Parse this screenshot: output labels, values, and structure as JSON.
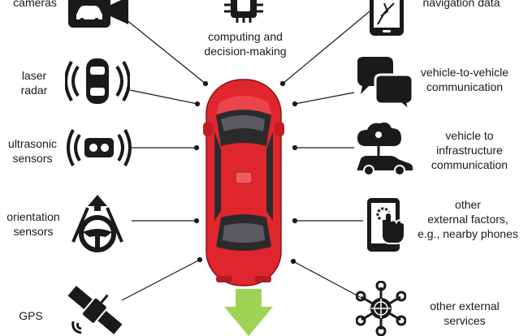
{
  "left_labels": [
    {
      "id": "cameras",
      "lines": [
        "cameras"
      ],
      "icon": "camera-car-icon"
    },
    {
      "id": "laser-radar",
      "lines": [
        "laser",
        "radar"
      ],
      "icon": "lidar-icon"
    },
    {
      "id": "ultrasonic",
      "lines": [
        "ultrasonic",
        "sensors"
      ],
      "icon": "ultrasonic-icon"
    },
    {
      "id": "orientation",
      "lines": [
        "orientation",
        "sensors"
      ],
      "icon": "steering-wheel-icon"
    },
    {
      "id": "gps",
      "lines": [
        "GPS"
      ],
      "icon": "satellite-icon"
    }
  ],
  "top_label": {
    "lines": [
      "computing and",
      "decision-making"
    ],
    "icon": "cpu-chip-icon"
  },
  "right_labels": [
    {
      "id": "navigation",
      "lines": [
        "navigation data"
      ],
      "icon": "phone-map-icon"
    },
    {
      "id": "v2v",
      "lines": [
        "vehicle-to-vehicle",
        "communication"
      ],
      "icon": "speech-bubbles-icon"
    },
    {
      "id": "v2i",
      "lines": [
        "vehicle to",
        "infrastructure",
        "communication"
      ],
      "icon": "cloud-car-icon"
    },
    {
      "id": "other-factors",
      "lines": [
        "other",
        "external factors,",
        "e.g., nearby phones"
      ],
      "icon": "touch-phone-icon"
    },
    {
      "id": "other-services",
      "lines": [
        "other external",
        "services"
      ],
      "icon": "network-hub-icon"
    }
  ],
  "colors": {
    "car": "#e0262d",
    "arrow": "#9fd356",
    "ink": "#1a1a1a"
  }
}
